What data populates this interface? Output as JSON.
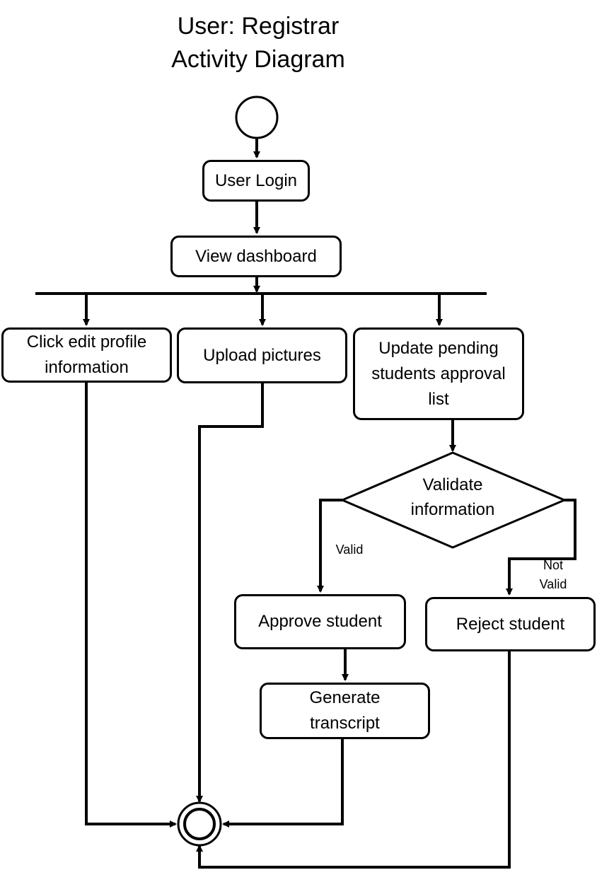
{
  "title": {
    "line1": "User: Registrar",
    "line2": "Activity Diagram"
  },
  "nodes": {
    "user_login": "User Login",
    "view_dashboard": "View dashboard",
    "edit_profile": [
      "Click edit profile",
      "information"
    ],
    "upload_pictures": "Upload pictures",
    "update_pending": [
      "Update pending",
      "students approval",
      "list"
    ],
    "validate": [
      "Validate",
      "information"
    ],
    "approve_student": "Approve student",
    "reject_student": "Reject student",
    "generate_transcript": [
      "Generate",
      "transcript"
    ]
  },
  "guards": {
    "valid": "Valid",
    "not_valid": [
      "Not",
      "Valid"
    ]
  },
  "colors": {
    "stroke": "#000000",
    "background": "#ffffff"
  }
}
